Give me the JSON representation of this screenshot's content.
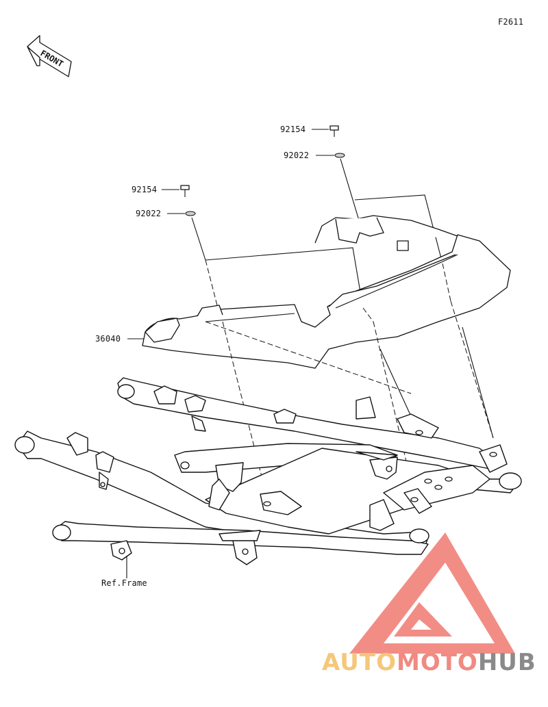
{
  "figure_code": "F2611",
  "front_label": "FRONT",
  "callouts": {
    "bolt_right": "92154",
    "washer_right": "92022",
    "bolt_left": "92154",
    "washer_left": "92022",
    "cover": "36040",
    "frame_ref": "Ref.Frame"
  },
  "watermark": {
    "part1": "AUTO",
    "part2": "MOTO",
    "part3": "HUB",
    "colors": {
      "auto": "#f5c77a",
      "moto": "#f08a82",
      "hub": "#8a8a8a",
      "logo": "#f07a72"
    }
  }
}
